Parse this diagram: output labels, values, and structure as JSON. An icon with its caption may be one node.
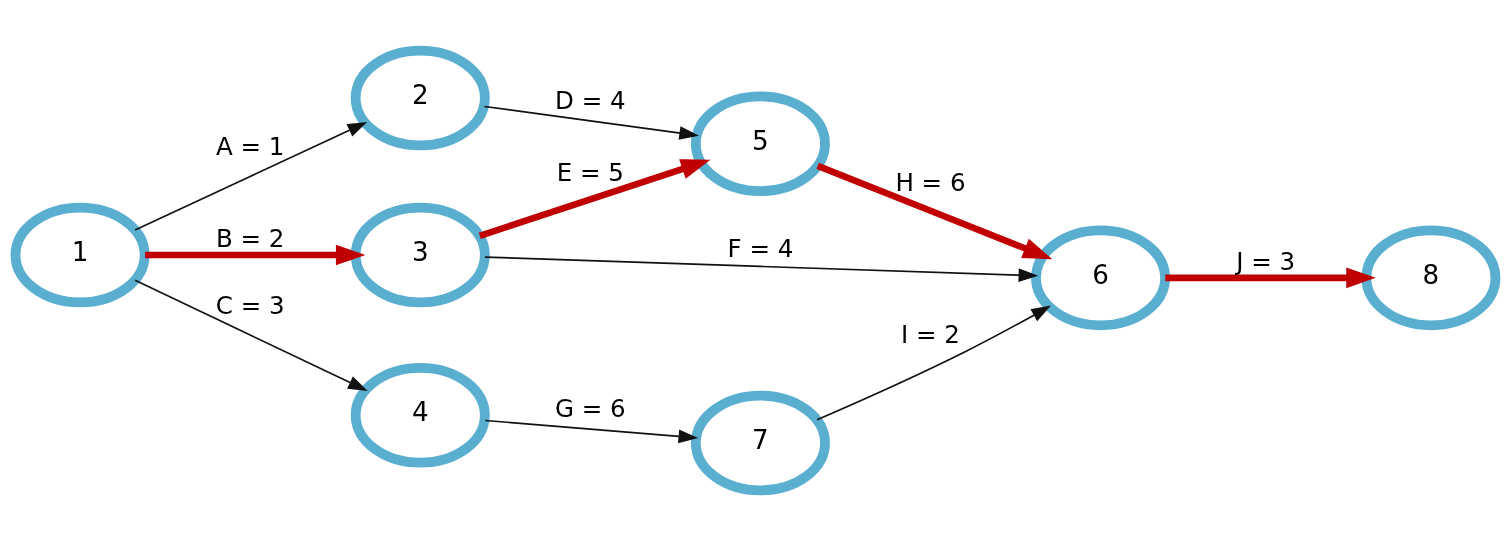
{
  "diagram": {
    "nodes": [
      {
        "text": [
          "1"
        ]
      },
      {
        "text": [
          "2"
        ]
      },
      {
        "text": [
          "3"
        ]
      },
      {
        "text": [
          "4"
        ]
      },
      {
        "text": [
          "5"
        ]
      },
      {
        "text": [
          "6"
        ]
      },
      {
        "text": [
          "7"
        ]
      },
      {
        "text": [
          "8"
        ]
      }
    ],
    "edges": [
      {
        "from": 0,
        "to": 1,
        "arrow": "to",
        "label": "A = 1"
      },
      {
        "from": 0,
        "to": 2,
        "arrow": "to",
        "label": "B = 2",
        "style": "thick",
        "color": "#c00000"
      },
      {
        "from": 0,
        "to": 3,
        "arrow": "to",
        "label": "C = 3"
      },
      {
        "from": 1,
        "to": 4,
        "arrow": "to",
        "label": "D = 4"
      },
      {
        "from": 2,
        "to": 4,
        "arrow": "to",
        "label": "E = 5",
        "style": "thick",
        "color": "#c00000"
      },
      {
        "from": 2,
        "to": 5,
        "arrow": "to",
        "label": "F = 4"
      },
      {
        "from": 3,
        "to": 6,
        "arrow": "to",
        "label": "G = 6"
      },
      {
        "from": 4,
        "to": 5,
        "arrow": "to",
        "label": "H = 6",
        "style": "thick",
        "color": "#c00000"
      },
      {
        "from": 6,
        "to": 5,
        "arrow": "to",
        "label": "I = 2"
      },
      {
        "from": 5,
        "to": 7,
        "arrow": "to",
        "label": "J = 3",
        "style": "thick",
        "color": "#c00000"
      }
    ]
  }
}
